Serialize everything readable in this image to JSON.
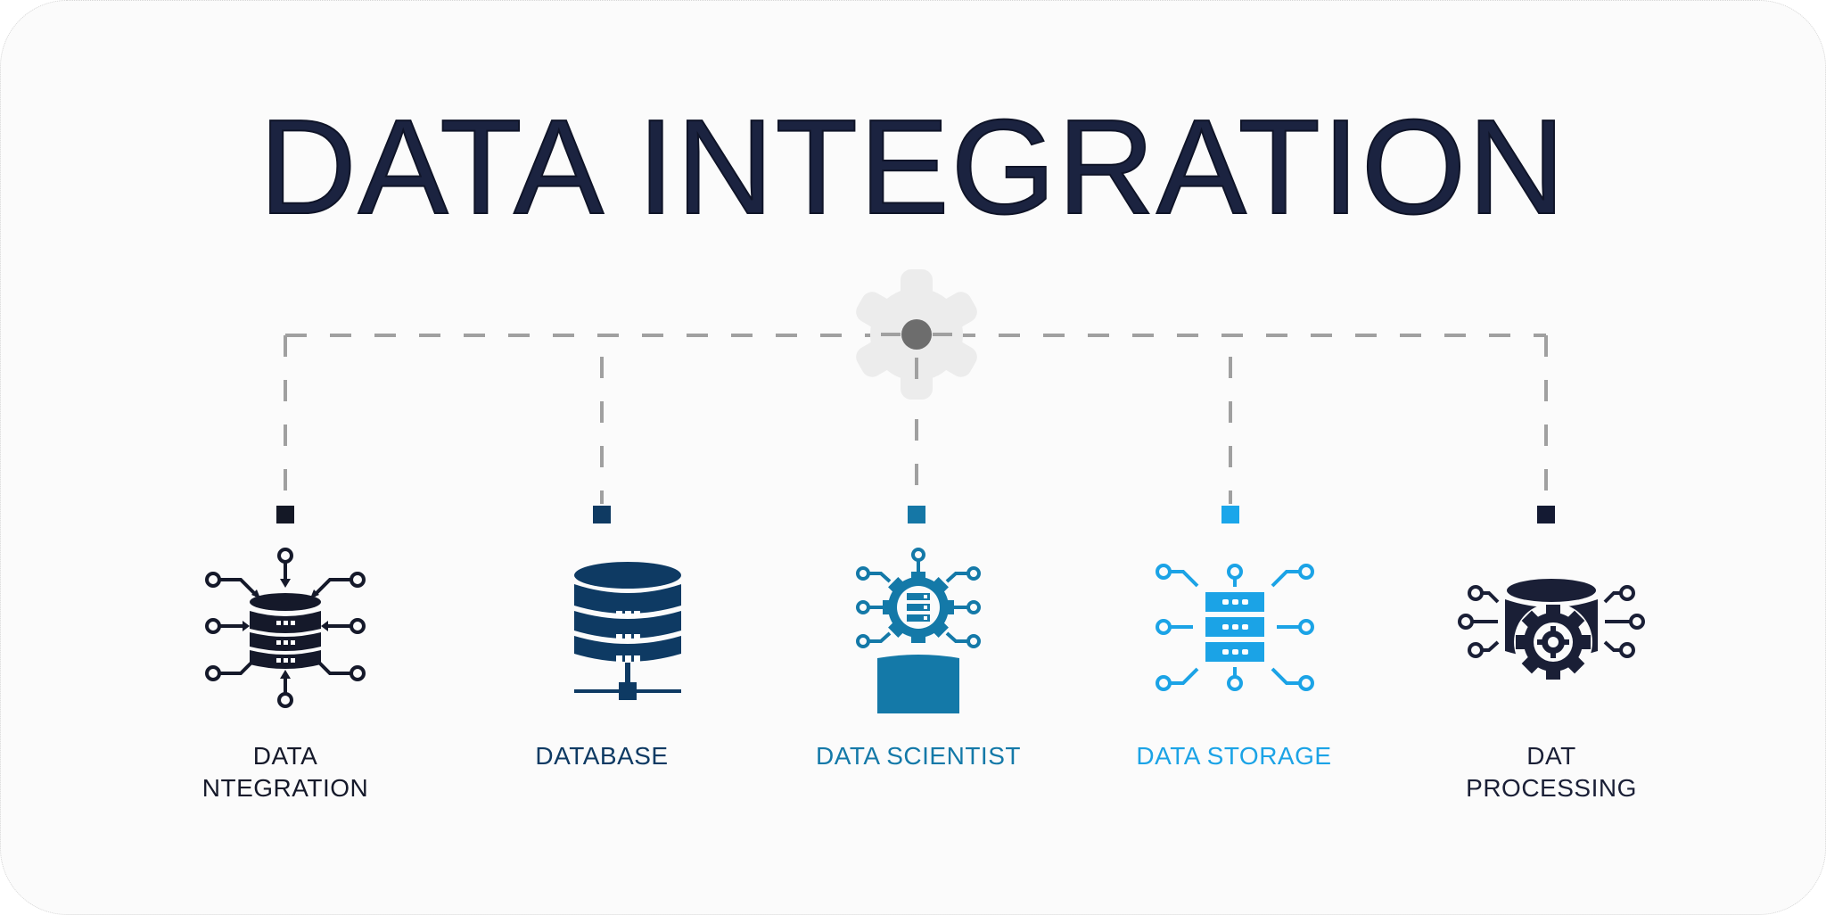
{
  "title": "DATA INTEGRATION",
  "hub": {
    "icon": "gear-icon"
  },
  "items": [
    {
      "label_line1": "DATA",
      "label_line2": "NTEGRATION",
      "icon": "database-integration-icon",
      "color": "#15192a",
      "square_color": "#141826"
    },
    {
      "label_line1": "DATABASE",
      "label_line2": "",
      "icon": "database-network-icon",
      "color": "#0e3a63",
      "square_color": "#0f3a62"
    },
    {
      "label_line1": "DATA SCIENTIST",
      "label_line2": "",
      "icon": "data-scientist-icon",
      "color": "#1479a8",
      "square_color": "#1577a6"
    },
    {
      "label_line1": "DATA STORAGE",
      "label_line2": "",
      "icon": "server-network-icon",
      "color": "#1ba3e6",
      "square_color": "#1aa6ea"
    },
    {
      "label_line1": "DAT",
      "label_line2": "PROCESSING",
      "icon": "database-gear-icon",
      "color": "#1a1f36",
      "square_color": "#141a33"
    }
  ],
  "colors": {
    "title": "#1b2340",
    "connector": "#9a9a9a",
    "hub_gear": "#ececec",
    "hub_dot": "#6d6d6d",
    "background": "#fbfbfb"
  }
}
